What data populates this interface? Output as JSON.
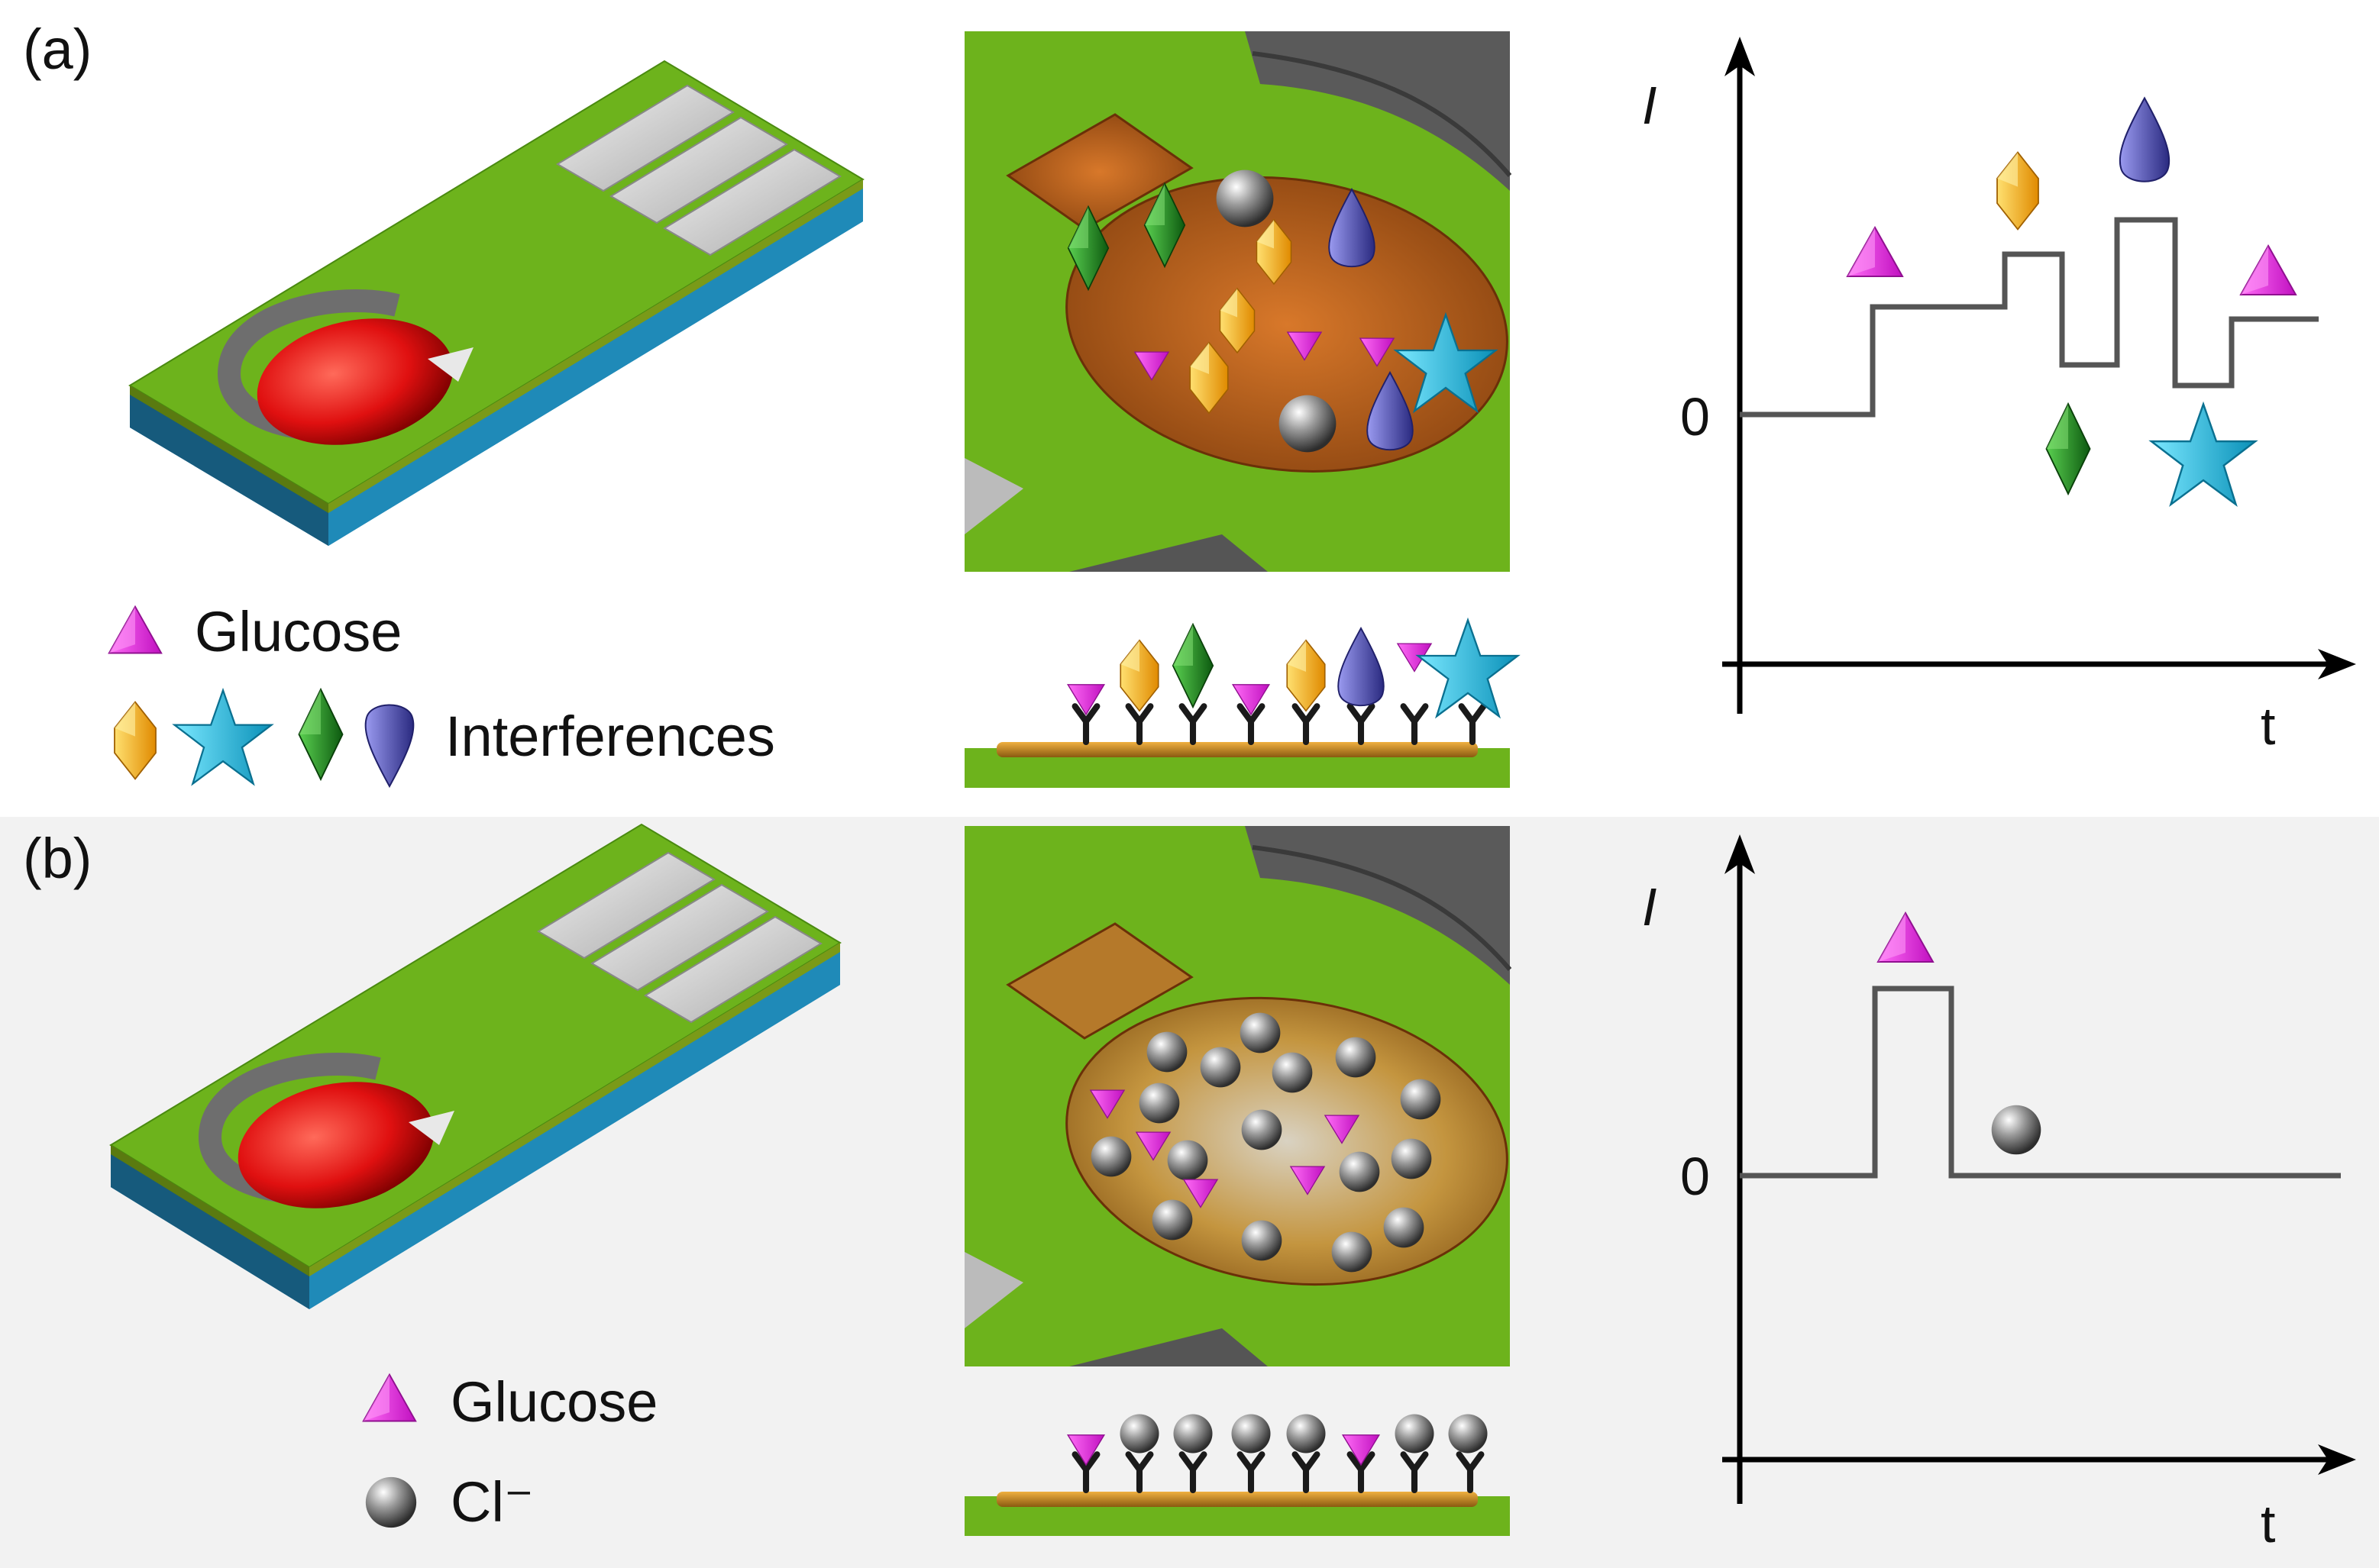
{
  "panels": {
    "a": {
      "label": "(a)",
      "legend": {
        "analyte": "Glucose",
        "interferences": "Interferences"
      },
      "plot": {
        "y_label": "I",
        "x_label": "t",
        "zero_label": "0"
      }
    },
    "b": {
      "label": "(b)",
      "legend": {
        "analyte": "Glucose",
        "ion": "Cl⁻"
      },
      "plot": {
        "y_label": "I",
        "x_label": "t",
        "zero_label": "0"
      }
    }
  },
  "icons": {
    "analyte": "magenta-pyramid-icon",
    "interferent_1": "orange-gem-icon",
    "interferent_2": "cyan-star-icon",
    "interferent_3": "green-diamond-icon",
    "interferent_4": "blue-drop-icon",
    "ion": "gray-sphere-icon"
  },
  "colors": {
    "strip": "#6db31c",
    "strip_base": "#1f7aa6",
    "electrode_a": "#c0651a",
    "electrode_b": "#b5792a",
    "glucose": "#e020d8",
    "star": "#18b8de",
    "green_gem": "#1f8a22",
    "orange_gem": "#f3aa10",
    "blue_drop": "#4848a8",
    "trace": "#555555"
  }
}
